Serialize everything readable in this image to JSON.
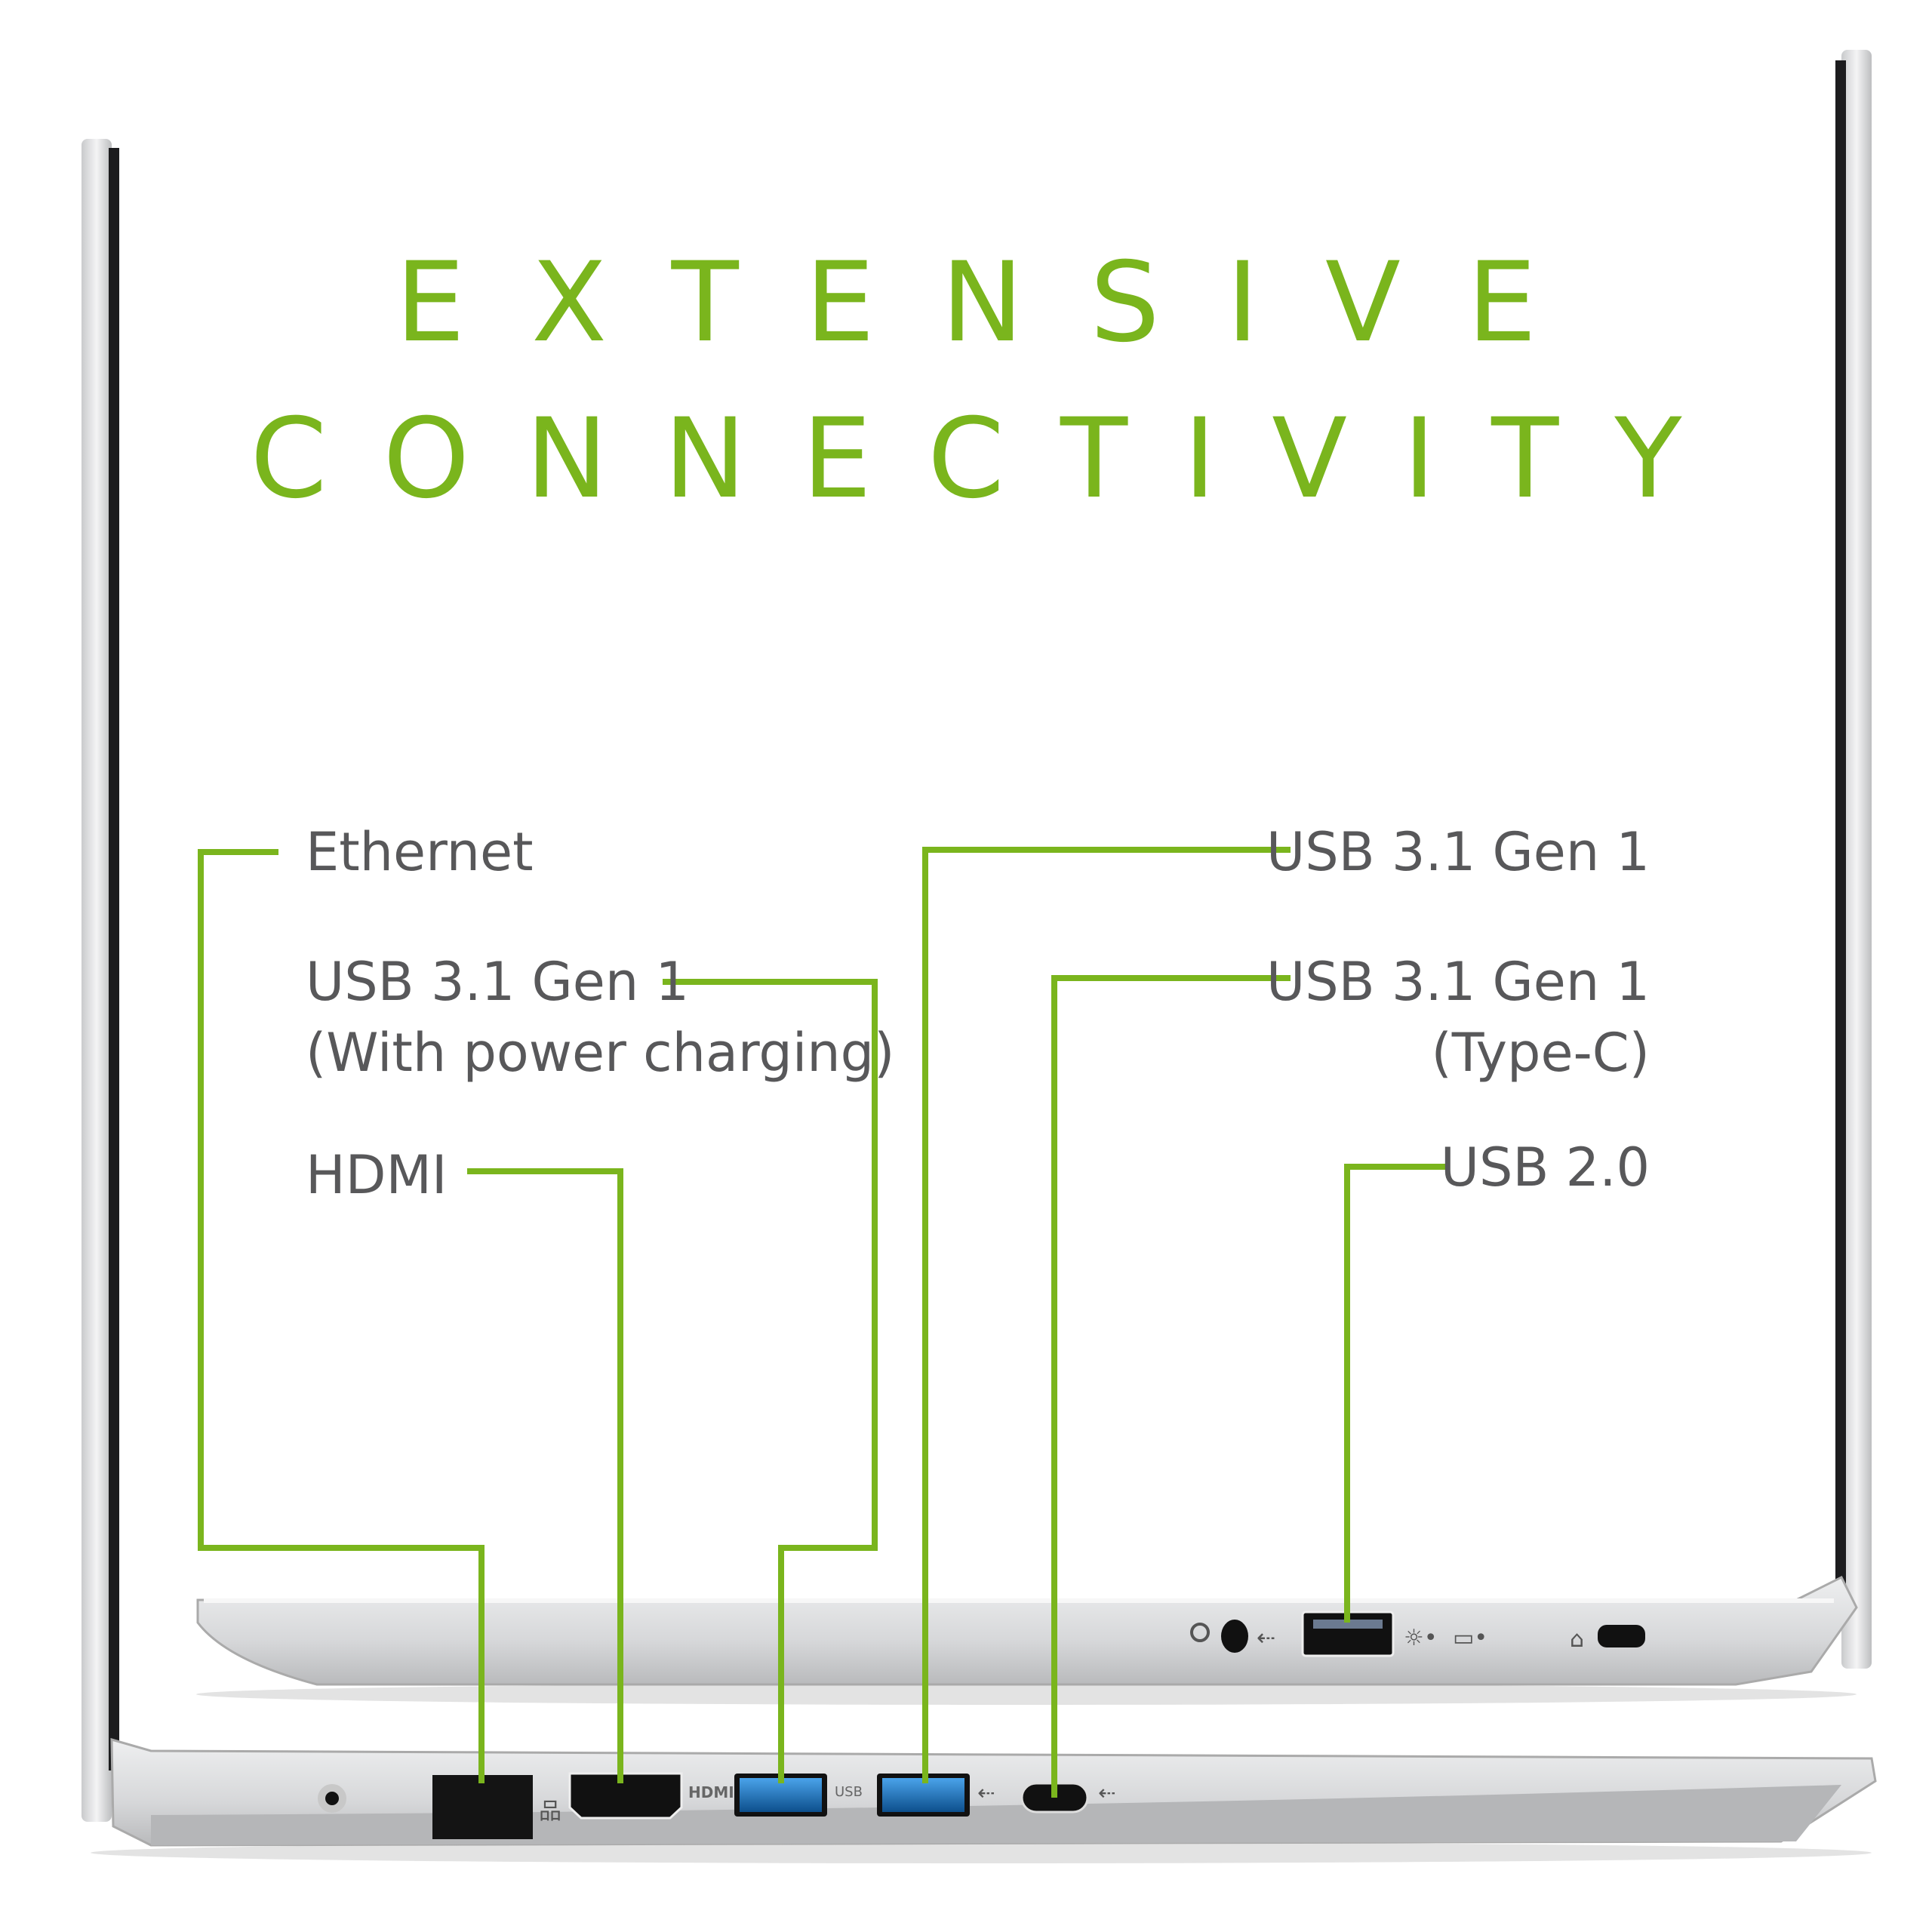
{
  "title": {
    "line1": "EXTENSIVE",
    "line2": "CONNECTIVITY"
  },
  "colors": {
    "accent": "#7ab51d",
    "label_text": "#58585a",
    "usb3_port": "#1f7fd1",
    "chassis": "#d9dadc"
  },
  "labels": {
    "ethernet": "Ethernet",
    "usb_charging": {
      "line1": "USB 3.1 Gen 1",
      "line2": "(With power charging)"
    },
    "hdmi": "HDMI",
    "usb31_right": "USB 3.1 Gen 1",
    "usb_typec": {
      "line1": "USB 3.1 Gen 1",
      "line2": "(Type-C)"
    },
    "usb20": "USB 2.0"
  },
  "port_markings": {
    "hdmi": "HDMI",
    "usb": "USB"
  }
}
